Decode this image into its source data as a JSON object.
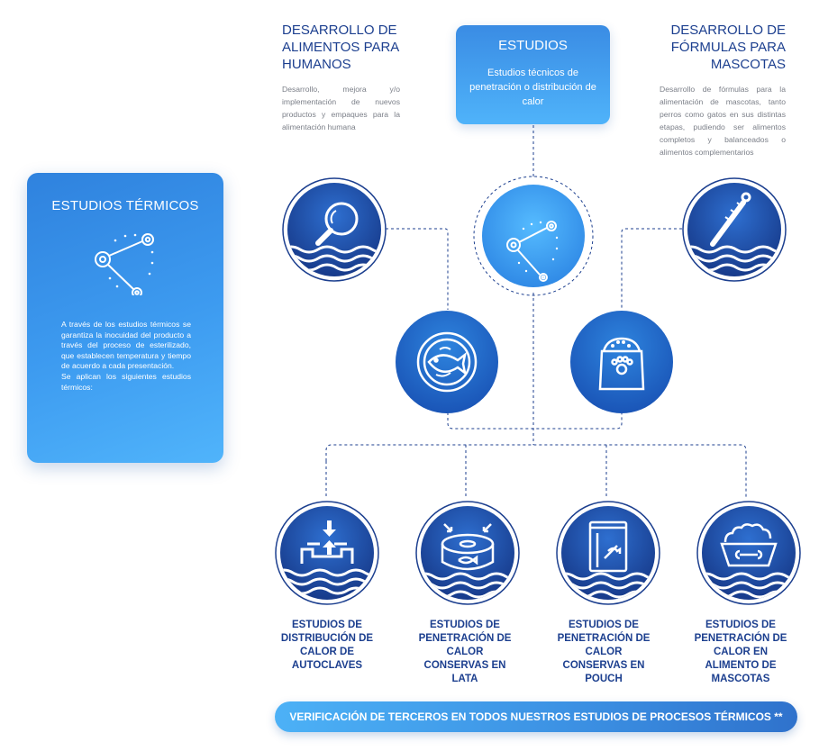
{
  "side_card": {
    "title": "ESTUDIOS TÉRMICOS",
    "text_1": "A través de los estudios térmicos se garantiza la inocuidad del producto a través del proceso de esterilizado, que establecen temperatura y tiempo de acuerdo a cada presentación.",
    "text_2": "Se aplican los siguientes estudios térmicos:",
    "icon": "thermal-study-graph-icon"
  },
  "center_card": {
    "title": "ESTUDIOS",
    "text": "Estudios técnicos de penetración o distribución de calor"
  },
  "human_food": {
    "heading": "DESARROLLO DE ALIMENTOS PARA HUMANOS",
    "text": "Desarrollo, mejora y/o implementación de nuevos productos y empaques para la alimentación humana",
    "icon": "magnifier-icon"
  },
  "pet_formula": {
    "heading": "DESARROLLO DE FÓRMULAS PARA MASCOTAS",
    "text": "Desarrollo de fórmulas para la alimentación de mascotas, tanto perros como gatos en sus distintas etapas, pudiendo ser alimentos completos y balanceados o alimentos complementarios",
    "icon": "thermometer-icon"
  },
  "mid_icons": [
    {
      "icon": "fish-plate-icon"
    },
    {
      "icon": "pet-food-bag-icon"
    }
  ],
  "center_icon": "study-graph-icon",
  "studies": [
    {
      "label": "ESTUDIOS DE DISTRIBUCIÓN DE CALOR DE AUTOCLAVES",
      "icon": "autoclave-icon"
    },
    {
      "label": "ESTUDIOS DE PENETRACIÓN DE CALOR CONSERVAS EN LATA",
      "icon": "can-icon"
    },
    {
      "label": "ESTUDIOS DE PENETRACIÓN DE CALOR CONSERVAS EN POUCH",
      "icon": "pouch-icon"
    },
    {
      "label": "ESTUDIOS DE PENETRACIÓN DE CALOR EN ALIMENTO DE MASCOTAS",
      "icon": "pet-bowl-icon"
    }
  ],
  "banner": "VERIFICACIÓN DE TERCEROS EN TODOS NUESTROS ESTUDIOS DE PROCESOS TÉRMICOS **",
  "colors": {
    "navy": "#1c3f8f",
    "circle_dark": "#1d3f8f",
    "light_blue": "#4fb3fa",
    "accent_blue": "#2f82de",
    "grey_text": "#7b7f88"
  }
}
